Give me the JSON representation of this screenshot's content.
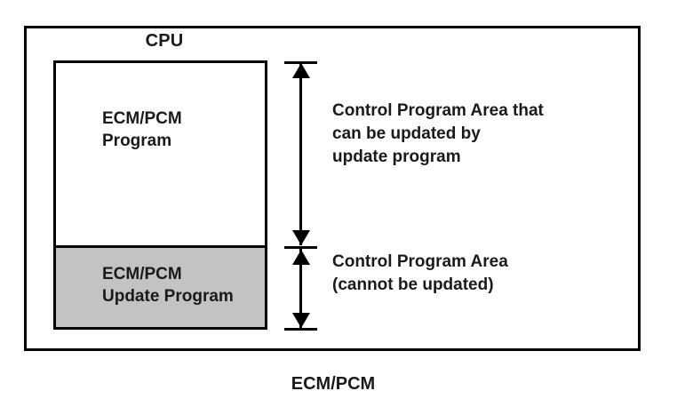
{
  "diagram": {
    "caption": "ECM/PCM",
    "enclosure": {
      "label": "CPU"
    },
    "memory_map": {
      "segments": [
        {
          "id": "ecm-pcm-program",
          "label": "ECM/PCM\nProgram",
          "fill": "#ffffff",
          "updatable": true
        },
        {
          "id": "ecm-pcm-update-program",
          "label": "ECM/PCM\nUpdate Program",
          "fill": "#c3c3c3",
          "updatable": false
        }
      ]
    },
    "annotations": [
      {
        "id": "updatable-area",
        "text": "Control Program Area that\ncan be updated by\nupdate program"
      },
      {
        "id": "non-updatable-area",
        "text": "Control Program Area\n(cannot be updated)"
      }
    ],
    "colors": {
      "stroke": "#000000",
      "text": "#1a1a1a",
      "background": "#ffffff",
      "segment_shaded": "#c3c3c3"
    }
  }
}
